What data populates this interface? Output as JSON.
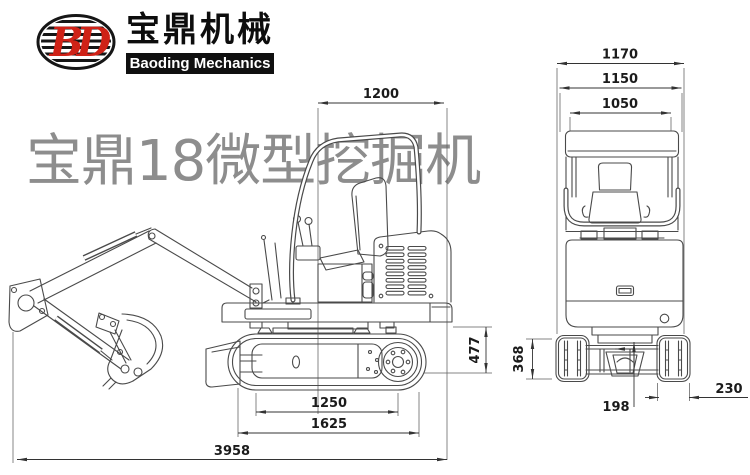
{
  "brand": {
    "monogram": "BD",
    "name_cn": "宝鼎机械",
    "name_en": "Baoding Mechanics"
  },
  "watermark": "宝鼎18微型挖掘机",
  "side_view": {
    "dims": {
      "top_width": "1200",
      "carriage_height": "477",
      "wheelbase": "1250",
      "track_length": "1625",
      "overall_length": "3958"
    }
  },
  "rear_view": {
    "dims": {
      "overall_width": "1170",
      "body_width": "1150",
      "canopy_width": "1050",
      "track_height": "368",
      "frame_width": "198",
      "shoe_width": "230"
    }
  },
  "colors": {
    "logo_red": "#cf2217",
    "banner_bg": "#101010",
    "banner_text": "#ffffff",
    "drawing_line": "#4a4a4a",
    "dim_text": "#1b1b1b",
    "watermark_gray": "#8d8d8d",
    "background": "#ffffff"
  }
}
